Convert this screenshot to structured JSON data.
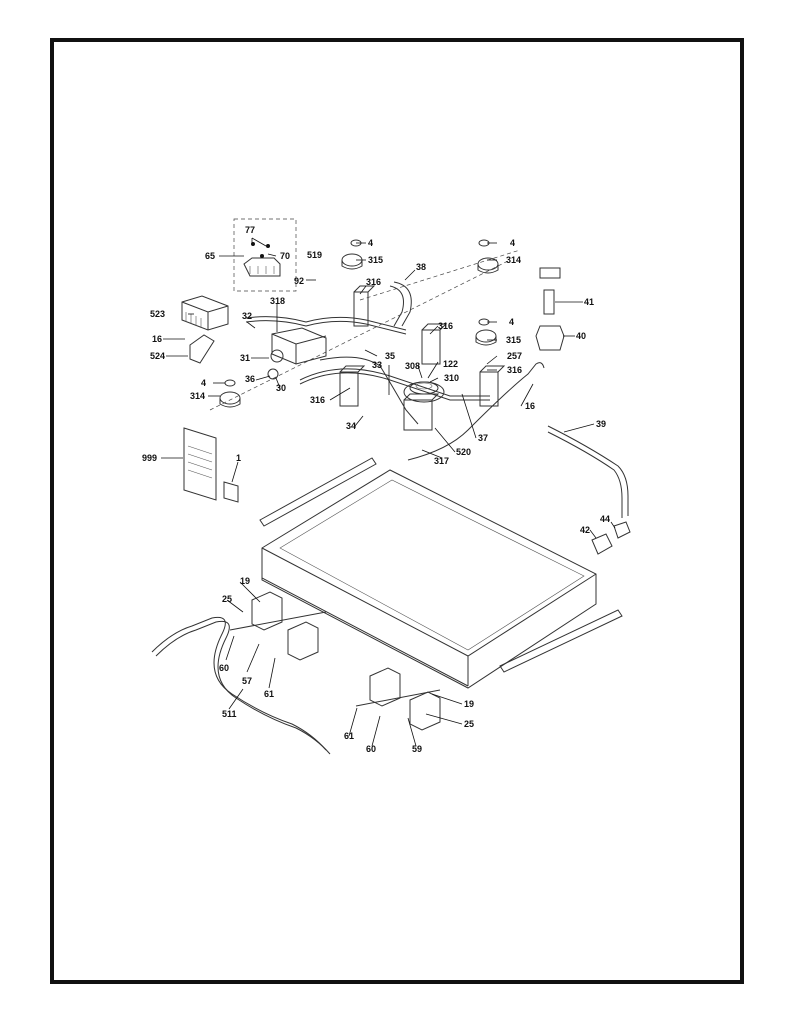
{
  "diagram": {
    "callouts": [
      {
        "key": "c77",
        "text": "77"
      },
      {
        "key": "c65",
        "text": "65"
      },
      {
        "key": "c70",
        "text": "70"
      },
      {
        "key": "c519",
        "text": "519"
      },
      {
        "key": "c4a",
        "text": "4"
      },
      {
        "key": "c315a",
        "text": "315"
      },
      {
        "key": "c4b",
        "text": "4"
      },
      {
        "key": "c314a",
        "text": "314"
      },
      {
        "key": "c38",
        "text": "38"
      },
      {
        "key": "c92",
        "text": "92"
      },
      {
        "key": "c316a",
        "text": "316"
      },
      {
        "key": "c41",
        "text": "41"
      },
      {
        "key": "c318",
        "text": "318"
      },
      {
        "key": "c523",
        "text": "523"
      },
      {
        "key": "c32",
        "text": "32"
      },
      {
        "key": "c4c",
        "text": "4"
      },
      {
        "key": "c316b",
        "text": "316"
      },
      {
        "key": "c40",
        "text": "40"
      },
      {
        "key": "c16a",
        "text": "16"
      },
      {
        "key": "c315b",
        "text": "315"
      },
      {
        "key": "c524",
        "text": "524"
      },
      {
        "key": "c31",
        "text": "31"
      },
      {
        "key": "c35",
        "text": "35"
      },
      {
        "key": "c257",
        "text": "257"
      },
      {
        "key": "c33",
        "text": "33"
      },
      {
        "key": "c308",
        "text": "308"
      },
      {
        "key": "c122",
        "text": "122"
      },
      {
        "key": "c316c",
        "text": "316"
      },
      {
        "key": "c36",
        "text": "36"
      },
      {
        "key": "c310",
        "text": "310"
      },
      {
        "key": "c4d",
        "text": "4"
      },
      {
        "key": "c30",
        "text": "30"
      },
      {
        "key": "c314b",
        "text": "314"
      },
      {
        "key": "c316d",
        "text": "316"
      },
      {
        "key": "c16b",
        "text": "16"
      },
      {
        "key": "c34",
        "text": "34"
      },
      {
        "key": "c37",
        "text": "37"
      },
      {
        "key": "c39",
        "text": "39"
      },
      {
        "key": "c520",
        "text": "520"
      },
      {
        "key": "c317",
        "text": "317"
      },
      {
        "key": "c999",
        "text": "999"
      },
      {
        "key": "c1",
        "text": "1"
      },
      {
        "key": "c44",
        "text": "44"
      },
      {
        "key": "c42",
        "text": "42"
      },
      {
        "key": "c19a",
        "text": "19"
      },
      {
        "key": "c25a",
        "text": "25"
      },
      {
        "key": "c60a",
        "text": "60"
      },
      {
        "key": "c57",
        "text": "57"
      },
      {
        "key": "c61a",
        "text": "61"
      },
      {
        "key": "c511",
        "text": "511"
      },
      {
        "key": "c19b",
        "text": "19"
      },
      {
        "key": "c25b",
        "text": "25"
      },
      {
        "key": "c61b",
        "text": "61"
      },
      {
        "key": "c60b",
        "text": "60"
      },
      {
        "key": "c59",
        "text": "59"
      }
    ]
  }
}
